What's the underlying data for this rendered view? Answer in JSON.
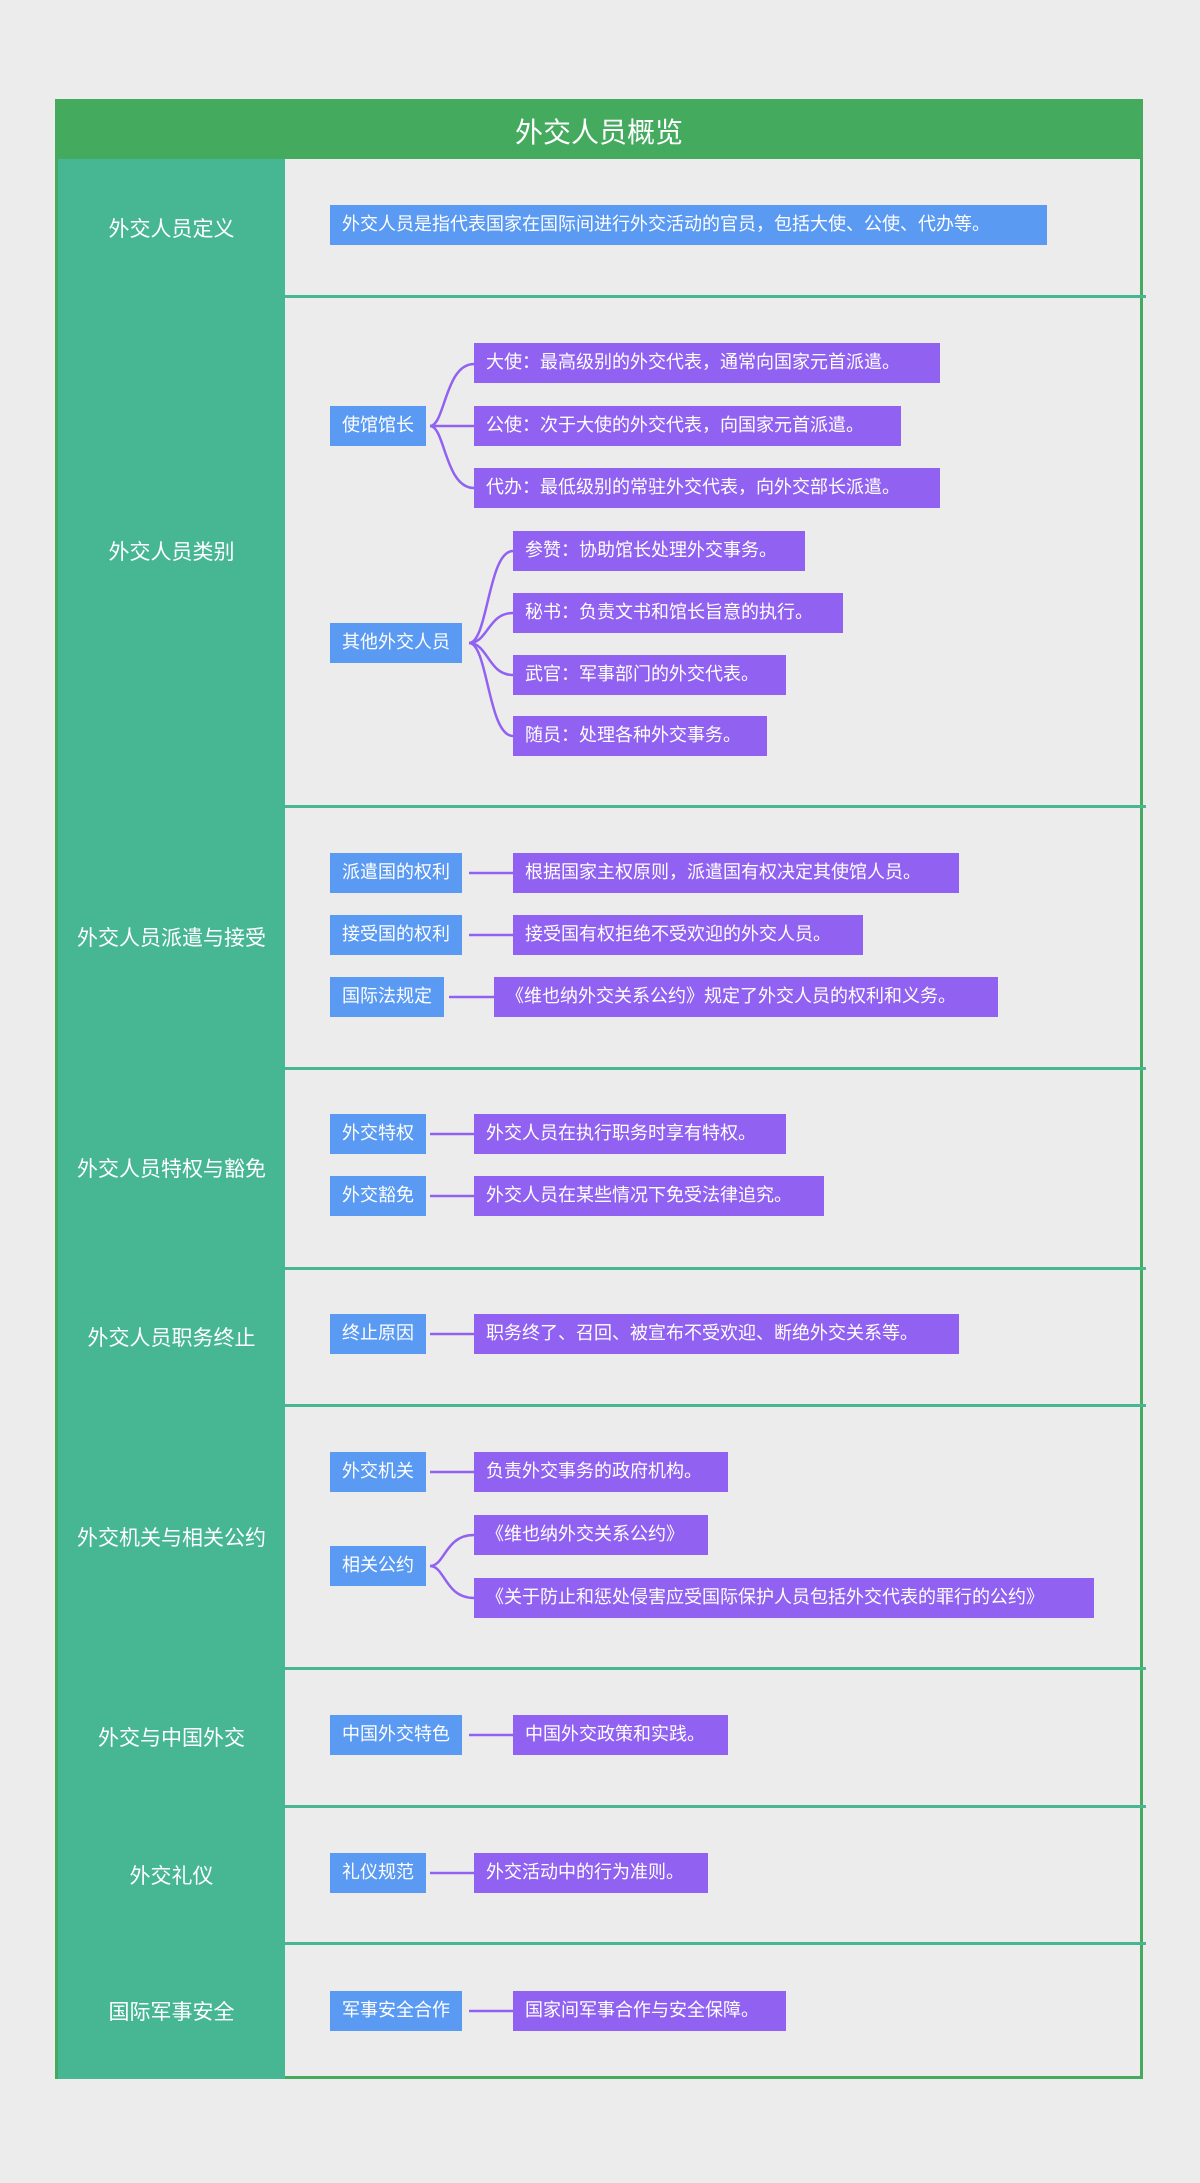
{
  "title": "外交人员概览",
  "colors": {
    "title_bg": "#43aa5e",
    "section_bg": "#47b793",
    "category_node": "#5a9af3",
    "detail_node": "#9162f1",
    "connector": "#9162f1",
    "page_bg": "#ececec"
  },
  "sections": [
    {
      "label": "外交人员定义"
    },
    {
      "label": "外交人员类别"
    },
    {
      "label": "外交人员派遣与接受"
    },
    {
      "label": "外交人员特权与豁免"
    },
    {
      "label": "外交人员职务终止"
    },
    {
      "label": "外交机关与相关公约"
    },
    {
      "label": "外交与中国外交"
    },
    {
      "label": "外交礼仪"
    },
    {
      "label": "国际军事安全"
    }
  ],
  "nodes": {
    "definition": "外交人员是指代表国家在国际间进行外交活动的官员，包括大使、公使、代办等。",
    "head_of_mission": "使馆馆长",
    "ambassador": "大使：最高级别的外交代表，通常向国家元首派遣。",
    "minister": "公使：次于大使的外交代表，向国家元首派遣。",
    "charge": "代办：最低级别的常驻外交代表，向外交部长派遣。",
    "other_staff": "其他外交人员",
    "counselor": "参赞：协助馆长处理外交事务。",
    "secretary": "秘书：负责文书和馆长旨意的执行。",
    "attache_military": "武官：军事部门的外交代表。",
    "attache": "随员：处理各种外交事务。",
    "sending_right": "派遣国的权利",
    "sending_right_desc": "根据国家主权原则，派遣国有权决定其使馆人员。",
    "receiving_right": "接受国的权利",
    "receiving_right_desc": "接受国有权拒绝不受欢迎的外交人员。",
    "intl_law": "国际法规定",
    "intl_law_desc": "《维也纳外交关系公约》规定了外交人员的权利和义务。",
    "privilege": "外交特权",
    "privilege_desc": "外交人员在执行职务时享有特权。",
    "immunity": "外交豁免",
    "immunity_desc": "外交人员在某些情况下免受法律追究。",
    "termination": "终止原因",
    "termination_desc": "职务终了、召回、被宣布不受欢迎、断绝外交关系等。",
    "organs": "外交机关",
    "organs_desc": "负责外交事务的政府机构。",
    "conventions": "相关公约",
    "convention_1": "《维也纳外交关系公约》",
    "convention_2": "《关于防止和惩处侵害应受国际保护人员包括外交代表的罪行的公约》",
    "china_features": "中国外交特色",
    "china_features_desc": "中国外交政策和实践。",
    "etiquette": "礼仪规范",
    "etiquette_desc": "外交活动中的行为准则。",
    "mil_coop": "军事安全合作",
    "mil_coop_desc": "国家间军事合作与安全保障。"
  }
}
